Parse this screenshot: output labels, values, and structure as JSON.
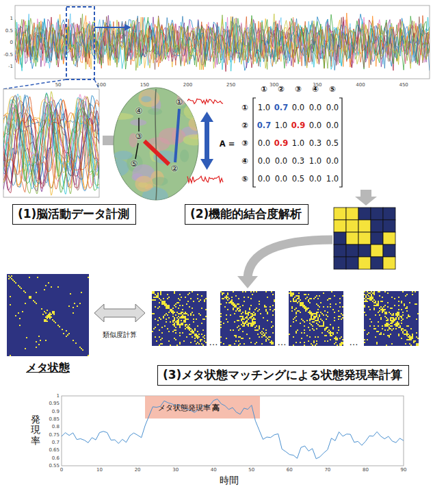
{
  "diagram": {
    "nodes": [
      {
        "text": [
          "(1)脳活動データ計測"
        ]
      },
      {
        "text": [
          "(2)機能的結合度解析"
        ]
      },
      {
        "text": [
          "メタ状態"
        ]
      },
      {
        "text": [
          "(3)メタ状態マッチングによる状態発現率計算"
        ]
      }
    ],
    "labels": [
      "④",
      "③",
      "⑤",
      "①",
      "②",
      "A =",
      "①",
      "②",
      "③",
      "④",
      "⑤",
      "①",
      "②",
      "③",
      "④",
      "⑤",
      "1.0",
      "0.7",
      "0.0",
      "0.0",
      "0.0",
      "0.7",
      "1.0",
      "0.9",
      "0.0",
      "0.0",
      "0.0",
      "0.9",
      "1.0",
      "0.3",
      "0.5",
      "0.0",
      "0.0",
      "0.3",
      "1.0",
      "0.0",
      "0.0",
      "0.0",
      "0.5",
      "0.0",
      "1.0",
      "類似度計算",
      "…",
      "…",
      "…",
      "発現率",
      "メタ状態発現率",
      "高",
      "時間",
      "50",
      "100",
      "150",
      "200",
      "250",
      "300",
      "350",
      "400",
      "450",
      "1",
      "0.5",
      "0",
      "-0.5",
      "-1",
      "0",
      "10",
      "20",
      "30",
      "40",
      "50",
      "60",
      "70",
      "80",
      "90",
      "1",
      "0.95",
      "0.9",
      "0.85",
      "0.8",
      "0.75",
      "0.7",
      "0.65",
      "0.6",
      "0.55"
    ]
  }
}
